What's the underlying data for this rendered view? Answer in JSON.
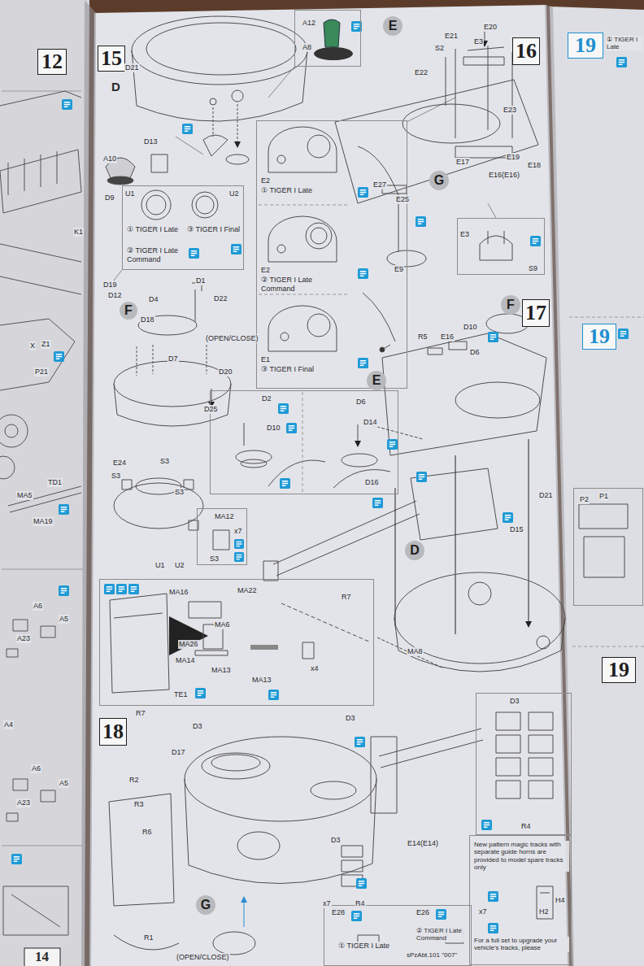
{
  "diagram": {
    "nodes": [
      {
        "text": [
          "12"
        ]
      },
      {
        "text": [
          "15"
        ]
      },
      {
        "text": [
          "16"
        ]
      },
      {
        "text": [
          "17"
        ]
      },
      {
        "text": [
          "18"
        ]
      },
      {
        "text": [
          "19"
        ]
      },
      {
        "text": [
          "19"
        ]
      },
      {
        "text": [
          "19"
        ]
      },
      {
        "text": [
          "A12",
          "A8"
        ]
      },
      {
        "text": [
          "U1",
          "U2",
          "① TIGER I Late",
          "③ TIGER I Final",
          "② TIGER I Late Command"
        ]
      },
      {
        "text": [
          "E2",
          "① TIGER I Late",
          "E2",
          "② TIGER I Late Command",
          "E1",
          "③ TIGER I Final"
        ]
      },
      {
        "text": [
          "D2",
          "D10",
          "D6"
        ]
      },
      {
        "text": [
          "MA12",
          "x7",
          "S3"
        ]
      },
      {
        "text": [
          "MA16",
          "MA22",
          "R7",
          "MA6",
          "MA26",
          "MA14",
          "MA13",
          "MA13",
          "x4",
          "TE1"
        ]
      },
      {
        "text": [
          "E3",
          "S9"
        ]
      },
      {
        "text": [
          "D3",
          "R4"
        ]
      },
      {
        "text": [
          "New pattern magic tracks with separate guide horns are provided to model spare tracks only",
          "x7",
          "H4",
          "H2",
          "For a full set to upgrade your vehicle's tracks, please"
        ]
      },
      {
        "text": [
          "E28",
          "E26",
          "① TIGER I Late",
          "② TIGER I Late Command",
          "sPzAbt.101 \"007\""
        ]
      },
      {
        "text": [
          "P2",
          "P1"
        ]
      },
      {
        "text": [
          "E"
        ]
      },
      {
        "text": [
          "G"
        ]
      },
      {
        "text": [
          "F"
        ]
      },
      {
        "text": [
          "E"
        ]
      },
      {
        "text": [
          "F"
        ]
      },
      {
        "text": [
          "D"
        ]
      },
      {
        "text": [
          "G"
        ]
      }
    ],
    "labels": [
      "K1",
      "X",
      "Z1",
      "P21",
      "TD1",
      "MA5",
      "MA19",
      "A6",
      "A5",
      "A23",
      "A4",
      "A6",
      "A5",
      "A23",
      "14",
      "D21",
      "D",
      "A10",
      "D13",
      "D9",
      "D19",
      "D12",
      "D1",
      "D4",
      "D22",
      "D18",
      "(OPEN/CLOSE)",
      "D7",
      "D20",
      "D25",
      "E24",
      "S3",
      "S3",
      "S3",
      "U1",
      "U2",
      "E20",
      "E21",
      "E3",
      "S2",
      "E22",
      "E23",
      "E17",
      "E19",
      "E18",
      "E16(E16)",
      "E27",
      "E25",
      "E9",
      "R5",
      "E16",
      "D10",
      "D6",
      "D14",
      "D16",
      "D15",
      "D21",
      "MA8",
      "R7",
      "D3",
      "D3",
      "D17",
      "R2",
      "R3",
      "R6",
      "D3",
      "E14(E14)",
      "x7",
      "R4",
      "R1",
      "(OPEN/CLOSE)",
      "① TIGER I Late"
    ]
  }
}
